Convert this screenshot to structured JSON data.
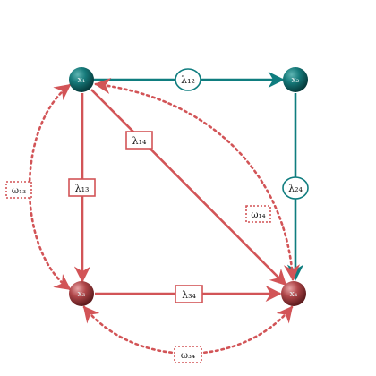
{
  "colors": {
    "teal": "#0f7d7f",
    "red": "#d25457",
    "teal_dark": "#0a4d4f",
    "red_dark": "#8a2c2e"
  },
  "nodes": {
    "x1": {
      "label": "x₁"
    },
    "x2": {
      "label": "x₂"
    },
    "x3": {
      "label": "x₃"
    },
    "x4": {
      "label": "x₄"
    }
  },
  "edges": {
    "lambda12": "λ₁₂",
    "lambda24": "λ₂₄",
    "lambda13": "λ₁₃",
    "lambda14": "λ₁₄",
    "lambda34": "λ₃₄"
  },
  "correlations": {
    "omega13": "ω₁₃",
    "omega14": "ω₁₄",
    "omega34": "ω₃₄"
  }
}
